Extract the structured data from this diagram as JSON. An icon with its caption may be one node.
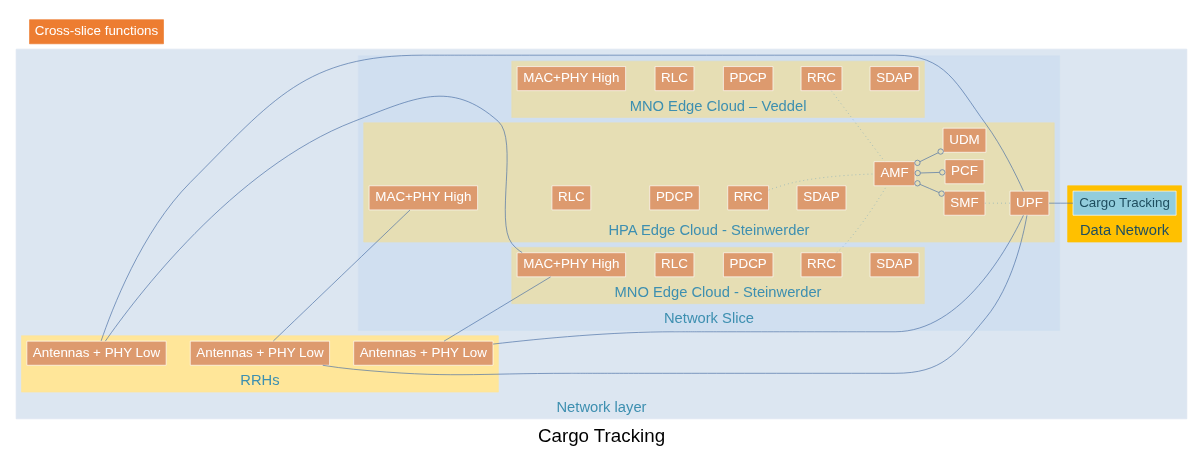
{
  "diagram": {
    "caption": "Cargo Tracking",
    "nodes": [
      {
        "text": [
          "Network layer"
        ]
      },
      {
        "text": [
          "RRHs"
        ],
        "in": 0
      },
      {
        "text": [
          "Antennas + PHY Low"
        ],
        "in": 1
      },
      {
        "text": [
          "Antennas + PHY Low"
        ],
        "in": 1
      },
      {
        "text": [
          "Antennas + PHY Low"
        ],
        "in": 1
      },
      {
        "text": [
          "Network Slice"
        ],
        "in": 0
      },
      {
        "text": [
          "MNO Edge Cloud – Veddel"
        ],
        "in": 5
      },
      {
        "text": [
          "MAC+PHY High"
        ],
        "in": 6
      },
      {
        "text": [
          "RLC"
        ],
        "in": 6
      },
      {
        "text": [
          "PDCP"
        ],
        "in": 6
      },
      {
        "text": [
          "RRC"
        ],
        "in": 6
      },
      {
        "text": [
          "SDAP"
        ],
        "in": 6
      },
      {
        "text": [
          "MNO Edge Cloud - Steinwerder"
        ],
        "in": 5
      },
      {
        "text": [
          "MAC+PHY High"
        ],
        "in": 12
      },
      {
        "text": [
          "RLC"
        ],
        "in": 12
      },
      {
        "text": [
          "PDCP"
        ],
        "in": 12
      },
      {
        "text": [
          "RRC"
        ],
        "in": 12
      },
      {
        "text": [
          "SDAP"
        ],
        "in": 12
      },
      {
        "text": [
          "HPA Edge Cloud - Steinwerder"
        ],
        "in": 5
      },
      {
        "text": [
          "MAC+PHY High"
        ],
        "in": 18
      },
      {
        "text": [
          "RLC"
        ],
        "in": 18
      },
      {
        "text": [
          "PDCP"
        ],
        "in": 18
      },
      {
        "text": [
          "RRC"
        ],
        "in": 18
      },
      {
        "text": [
          "SDAP"
        ],
        "in": 18
      },
      {
        "text": [
          "AMF"
        ],
        "in": 18
      },
      {
        "text": [
          "SMF"
        ],
        "in": 18
      },
      {
        "text": [
          "PCF"
        ],
        "in": 18
      },
      {
        "text": [
          "UDM"
        ],
        "in": 18
      },
      {
        "text": [
          "UPF"
        ],
        "in": 18
      },
      {
        "text": [
          "Data Network"
        ],
        "in": 0
      },
      {
        "text": [
          "Cargo Tracking"
        ],
        "in": 29
      }
    ],
    "edges": [
      {
        "from": 2,
        "to": 28,
        "arrow": "none"
      },
      {
        "from": 2,
        "to": 13,
        "arrow": "none"
      },
      {
        "from": 3,
        "to": 28,
        "arrow": "none"
      },
      {
        "from": 3,
        "to": 19,
        "arrow": "none"
      },
      {
        "from": 4,
        "to": 28,
        "arrow": "none"
      },
      {
        "from": 4,
        "to": 13,
        "arrow": "none"
      },
      {
        "from": 10,
        "to": 24,
        "arrow": "none",
        "style": "dashed",
        "color": "#5b9bbd"
      },
      {
        "from": 16,
        "to": 24,
        "arrow": "none",
        "style": "dashed",
        "color": "#5b9bbd"
      },
      {
        "from": 22,
        "to": 24,
        "arrow": "none",
        "style": "dashed",
        "color": "#5b9bbd"
      },
      {
        "from": 24,
        "to": 25,
        "arrow": "other"
      },
      {
        "from": 24,
        "to": 26,
        "arrow": "other"
      },
      {
        "from": 24,
        "to": 27,
        "arrow": "other"
      },
      {
        "from": 25,
        "to": 28,
        "arrow": "none",
        "style": "dashed",
        "color": "#5b9bbd"
      },
      {
        "from": 28,
        "to": 30,
        "arrow": "none"
      }
    ],
    "legend": [
      {
        "text": "Cross-slice functions",
        "color": "#ed7d31"
      }
    ]
  }
}
